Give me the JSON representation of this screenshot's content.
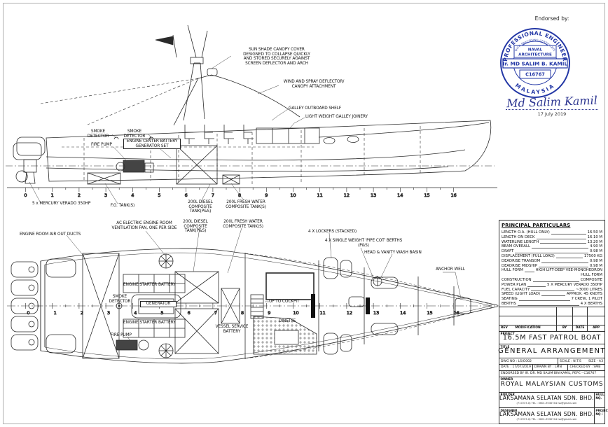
{
  "endorsement": {
    "label": "Endorsed by:",
    "stamp": {
      "arc_top": "PROFESSIONAL ENGINEER",
      "arc_inner": "WITH PRACTISING CERTIFICATE",
      "field_line1": "NAVAL",
      "field_line2": "ARCHITECTURE",
      "name": "Ir. MD SALIM B. KAMIL",
      "reg_no": "C16767",
      "arc_bottom": "MALAYSIA",
      "ink_color": "#2438a6"
    },
    "signature": "Md Salim Kamil",
    "date": "17 July 2019"
  },
  "stations": [
    "0",
    "1",
    "2",
    "3",
    "4",
    "5",
    "6",
    "7",
    "8",
    "9",
    "10",
    "11",
    "12",
    "13",
    "14",
    "15",
    "16"
  ],
  "profile_labels": {
    "sun_shade": "SUN SHADE CANOPY COVER\nDESIGNED TO COLLAPSE QUICKLY\nAND STORED SECURELY AGAINST\nSCREEN DEFLECTOR AND ARCH",
    "wind_spray": "WIND AND SPRAY DEFLECTOR/\nCANOPY ATTACHMENT",
    "galley_shelf": "GALLEY OUTBOARD SHELF",
    "galley_joinery": "LIGHT WEIGHT GALLEY JOINERY",
    "smoke_detector_1": "SMOKE DETECTOR",
    "smoke_detector_2": "SMOKE DETECTOR",
    "fire_pump": "FIRE PUMP",
    "generator_set": "ENGINE CENTER BATTERY\nGENERATOR SET",
    "engines": "5 x MERCURY VERADO 350HP",
    "fo_tanks": "F.O. TANK(S)",
    "diesel_tanks": "200L DIESEL\nCOMPOSITE TANK(P&S)",
    "fresh_water_tanks": "200L FRESH WATER\nCOMPOSITE TANK(S)"
  },
  "plan_labels": {
    "air_ducts": "ENGINE ROOM AIR OUT DUCTS",
    "vent_fan": "AC ELECTRIC ENGINE ROOM\nVENTILATION FAN, ONE PER SIDE",
    "diesel_tanks": "200L DIESEL\nCOMPOSITE TANK(P&S)",
    "fresh_water_tanks": "200L FRESH WATER\nCOMPOSITE TANK(S)",
    "lockers": "4 X LOCKERS (STACKED)",
    "berths": "4 X SINGLE WEIGHT 'PIPE COT' BERTHS\n(P&S)",
    "head_basin": "HEAD & VANITY WASH BASIN",
    "anchor_well": "ANCHOR WELL",
    "engine_starter_battery_1": "ENGINE STARTER BATTERY",
    "smoke_detector": "SMOKE DETECTOR",
    "generator": "GENERATOR",
    "engine_starter_battery_2": "ENGINE STARTER BATTERY",
    "fire_pump": "FIRE PUMP",
    "vessel_service_battery": "VESSEL SERVICE\nBATTERY",
    "up_to_cockpit": "UP TO COCKPIT",
    "dinette": "DINETTE"
  },
  "particulars": {
    "title": "PRINCIPAL PARTICULARS",
    "rows": [
      {
        "label": "LENGTH O.A. (HULL ONLY)",
        "value": "16.50 M"
      },
      {
        "label": "LENGTH ON DECK",
        "value": "16.10 M"
      },
      {
        "label": "WATERLINE LENGTH",
        "value": "13.20 M"
      },
      {
        "label": "BEAM OVERALL",
        "value": "4.90 M"
      },
      {
        "label": "DRAFT",
        "value": "0.98 M"
      },
      {
        "label": "DISPLACEMENT (FULL LOAD)",
        "value": "17500 KG"
      },
      {
        "label": "DEADRISE TRANSOM",
        "value": "0.98 M"
      },
      {
        "label": "DEADRISE MIDSHIP",
        "value": "0.98 M"
      },
      {
        "label": "HULL FORM",
        "value": "HIGH LIFT-DEEP VEE-MONOHEDRON"
      },
      {
        "label": "",
        "value": "HULL FORM"
      },
      {
        "label": "CONSTRUCTION",
        "value": "COMPOSITE"
      },
      {
        "label": "POWER PLAN",
        "value": "5 X MERCURY VERADO 350HP"
      },
      {
        "label": "FUEL CAPACITY",
        "value": "~3000 LITRES"
      },
      {
        "label": "SPEED (LIGHT LOAD)",
        "value": "APPROX. 45 KNOTS"
      },
      {
        "label": "SEATING",
        "value": "7 CREW, 1 PILOT"
      },
      {
        "label": "BERTHS",
        "value": "4 X BERTHS"
      }
    ]
  },
  "rev_table": {
    "headers": [
      "REV",
      "MODIFICATION",
      "BY",
      "DATE",
      "APP"
    ]
  },
  "title_block": {
    "project_label": "PROJECT",
    "project": "16.5M FAST PATROL BOAT",
    "title_label": "TITLE",
    "title": "GENERAL ARRANGEMENT",
    "dwg_no": "DWG NO : LS/G002",
    "scale": "SCALE : N.T.S",
    "size": "SIZE - A3",
    "date": "DATE : 17/07/2019",
    "drawn_by": "DRAWN BY : LMN",
    "checked_by": "CHECKED BY : SMB",
    "endorsed": "ENDORSED BY IR. DR. MD SALIM BIN KAMIL, PEPC - C16767"
  },
  "owner": {
    "tag": "OWNER",
    "name": "ROYAL MALAYSIAN CUSTOMS"
  },
  "builder": {
    "tag": "BUILDER",
    "name": "LAKSAMANA SELATAN SDN. BHD.",
    "contact": "(717237-X)  TEL : 0601-9530744   lss@gmail.com",
    "side_label": "HULL NO.",
    "side_value": "-"
  },
  "designer": {
    "tag": "DESIGNER",
    "name": "LAKSAMANA SELATAN SDN. BHD.",
    "contact": "(717237-X)  TEL : 0601-9530744   lss@gmail.com",
    "side_label": "PROJECT NO :",
    "side_value": "-"
  }
}
